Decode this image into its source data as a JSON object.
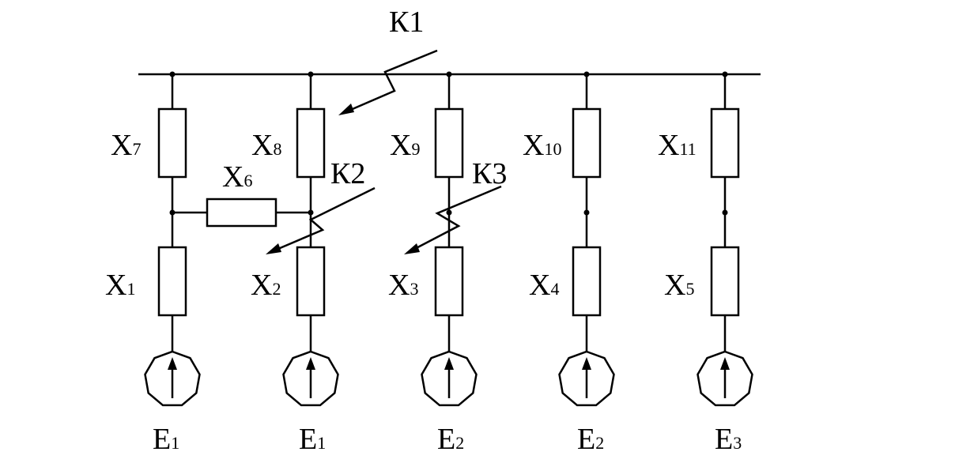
{
  "faults": [
    {
      "letter": "К",
      "number": "1"
    },
    {
      "letter": "К",
      "number": "2"
    },
    {
      "letter": "К",
      "number": "3"
    }
  ],
  "reactances": [
    {
      "letter": "X",
      "sub": "1"
    },
    {
      "letter": "X",
      "sub": "2"
    },
    {
      "letter": "X",
      "sub": "3"
    },
    {
      "letter": "X",
      "sub": "4"
    },
    {
      "letter": "X",
      "sub": "5"
    },
    {
      "letter": "X",
      "sub": "6"
    },
    {
      "letter": "X",
      "sub": "7"
    },
    {
      "letter": "X",
      "sub": "8"
    },
    {
      "letter": "X",
      "sub": "9"
    },
    {
      "letter": "X",
      "sub": "10"
    },
    {
      "letter": "X",
      "sub": "11"
    }
  ],
  "sources": [
    {
      "letter": "E",
      "sub": "1"
    },
    {
      "letter": "E",
      "sub": "1"
    },
    {
      "letter": "E",
      "sub": "2"
    },
    {
      "letter": "E",
      "sub": "2"
    },
    {
      "letter": "E",
      "sub": "3"
    }
  ]
}
